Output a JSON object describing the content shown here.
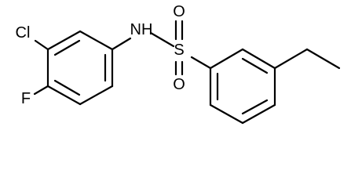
{
  "molecule": {
    "atoms": {
      "nh": "NH",
      "s": "S",
      "o_top": "O",
      "o_bottom": "O",
      "cl": "Cl",
      "f": "F"
    }
  }
}
